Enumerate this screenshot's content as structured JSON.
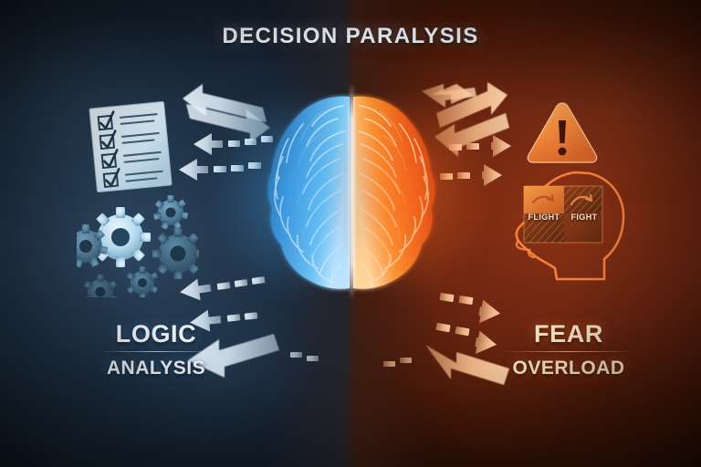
{
  "title": "DECISION PARALYSIS",
  "left": {
    "label_primary": "LOGIC",
    "label_secondary": "ANALYSIS",
    "checklist_icon": "checklist-clipboard-icon",
    "gears_icon": "gears-cluster-icon",
    "checklist_items_checked": 4,
    "accent_color": "#6fb6ea",
    "text_color": "#e8eff6"
  },
  "right": {
    "label_primary": "FEAR",
    "label_secondary": "OVERLOAD",
    "warning_icon": "warning-triangle-icon",
    "head_icon": "head-profile-silhouette-icon",
    "quadrant_left_label": "FLIGHT",
    "quadrant_right_label": "FIGHT",
    "accent_color": "#ee7a2c",
    "text_color": "#fbe0c4"
  },
  "brain": {
    "left_hemisphere_color": "#3d9ede",
    "right_hemisphere_color": "#f0642a",
    "seam_color": "#fffaf0",
    "name": "split-brain-illustration"
  },
  "background": {
    "cool_color": "#1e3145",
    "warm_color": "#6d2611",
    "corner_dark": "#0d1520"
  }
}
